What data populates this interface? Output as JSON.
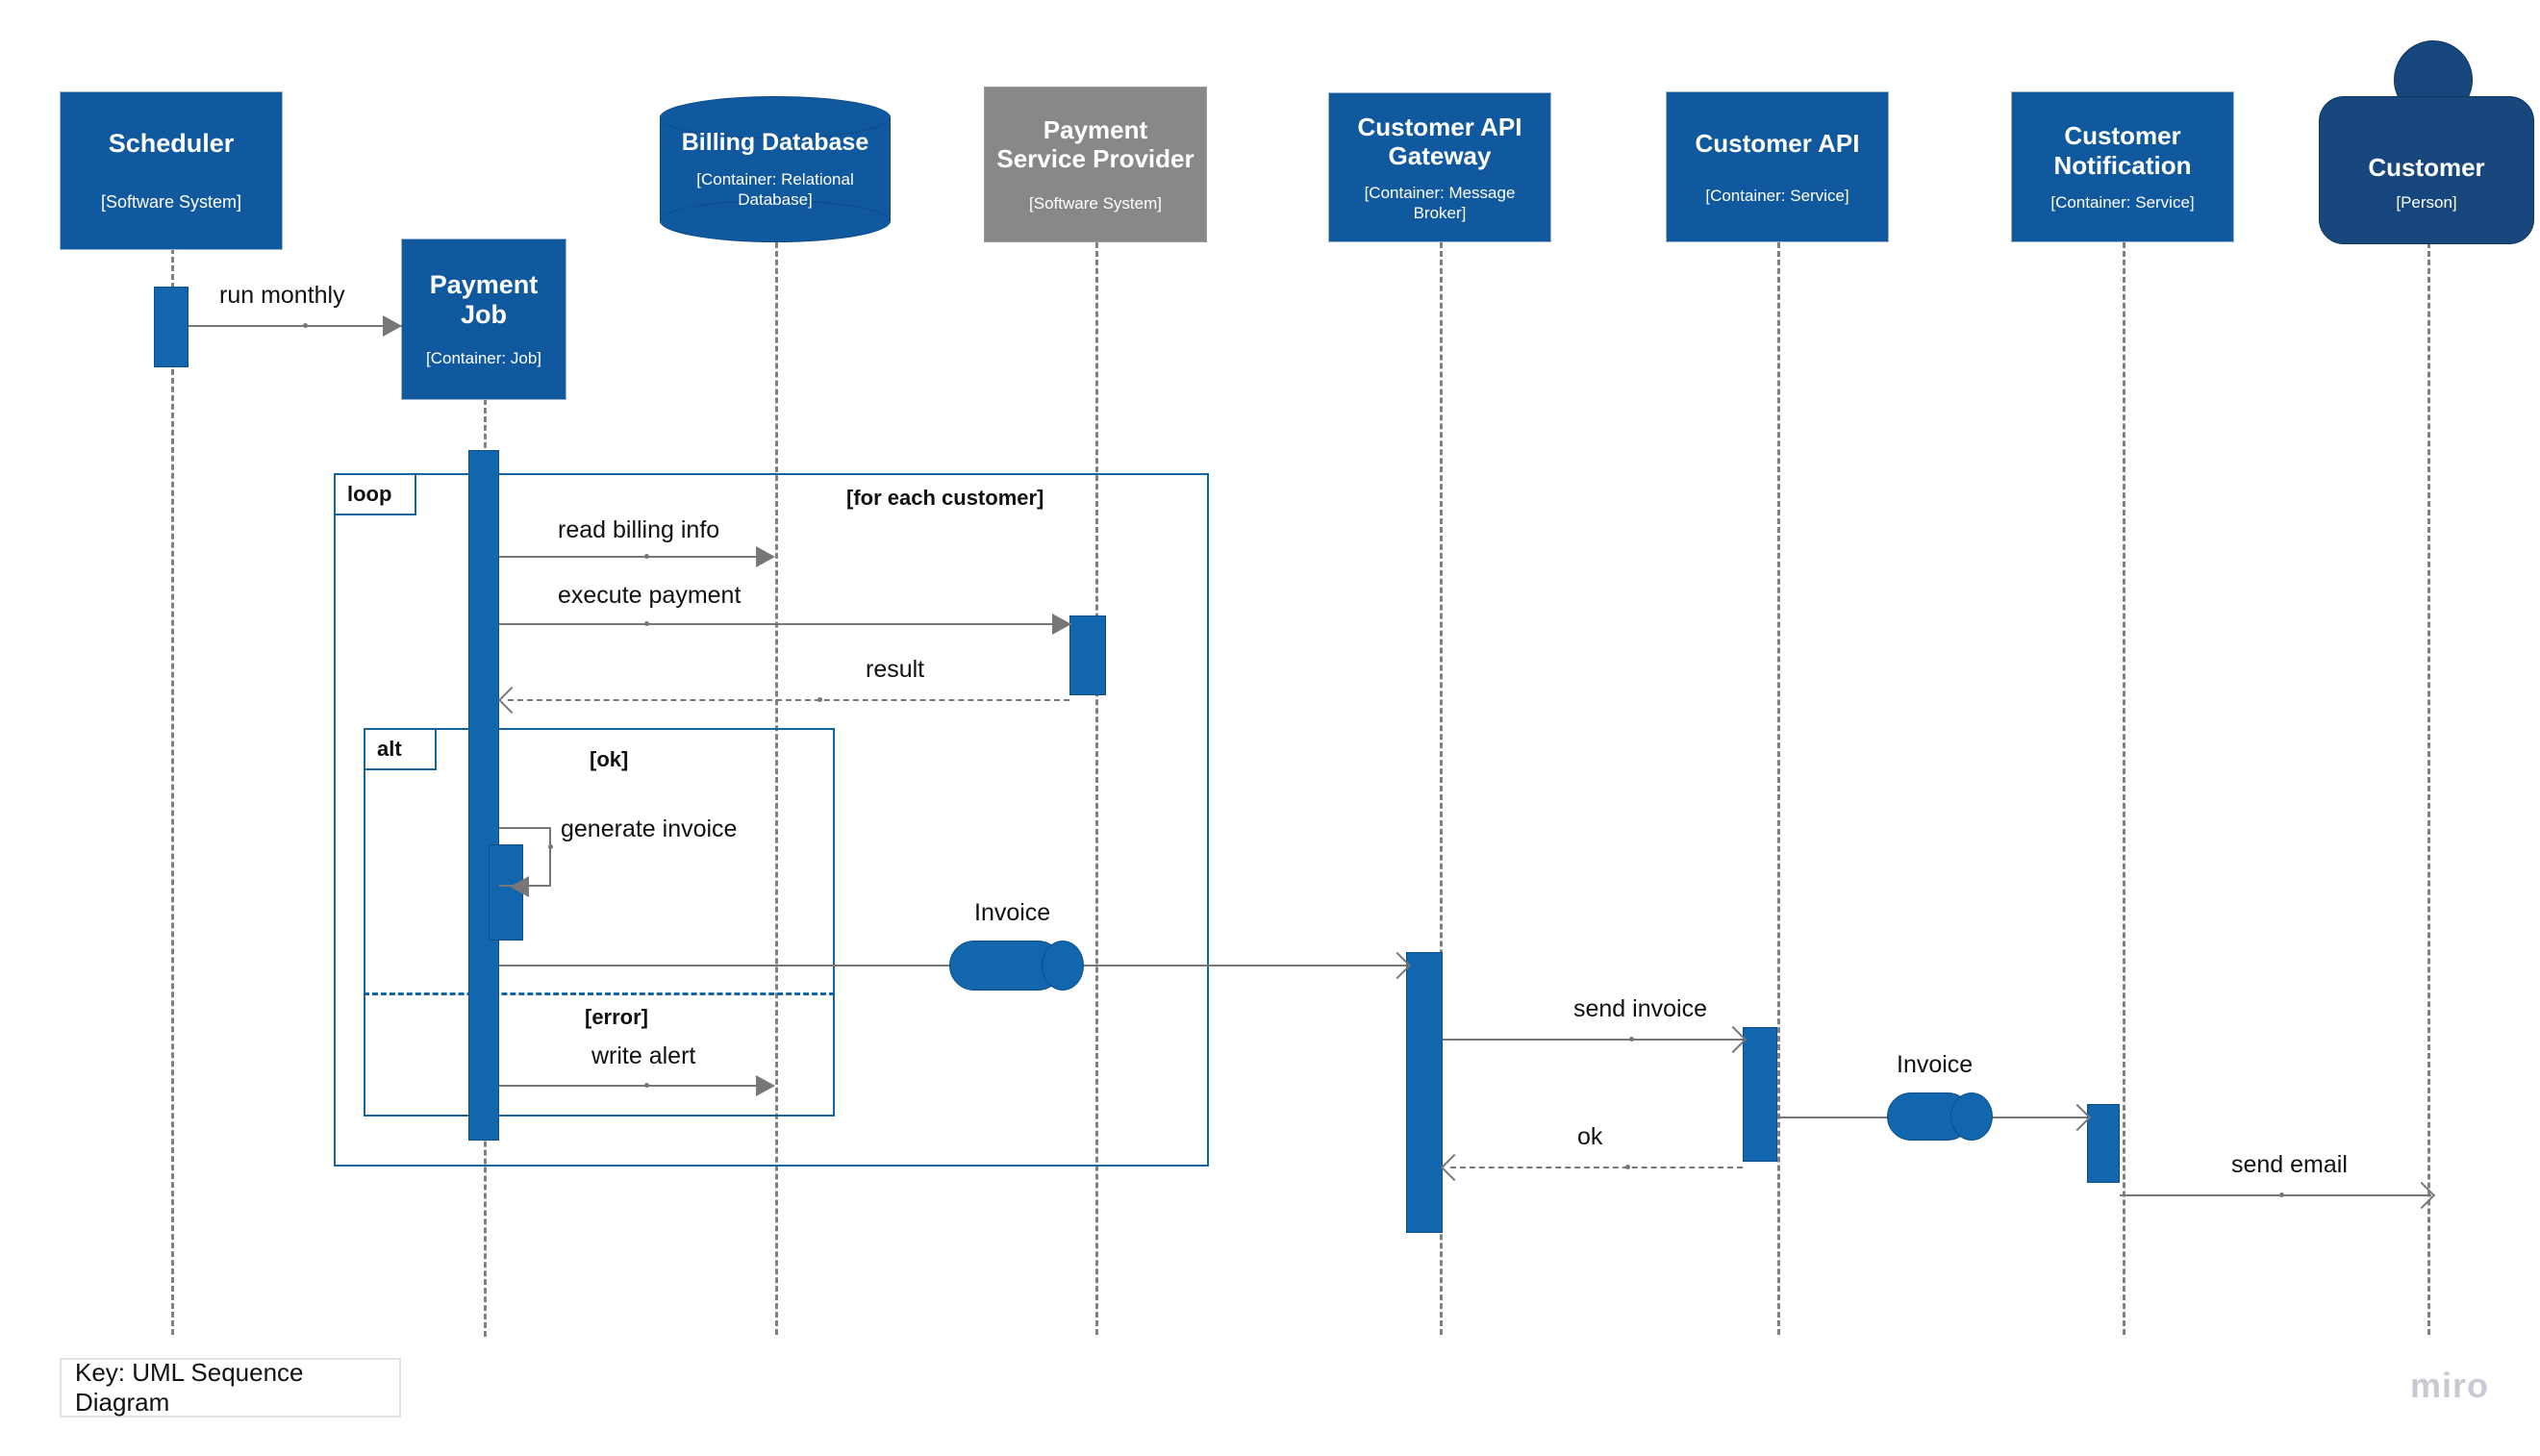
{
  "diagram": {
    "key_label": "Key: UML Sequence Diagram",
    "watermark": "miro",
    "colors": {
      "node_blue": "#10599e",
      "activation_blue": "#1266ad",
      "person_blue": "#17477c",
      "external_gray": "#888888",
      "frame_blue": "#12659f",
      "message_gray": "#777777"
    }
  },
  "participants": [
    {
      "name": "Scheduler",
      "stereotype": "[Software System]",
      "shape": "box"
    },
    {
      "name": "Payment\nJob",
      "title": "Payment",
      "title2": "Job",
      "stereotype": "[Container: Job]",
      "shape": "box"
    },
    {
      "name": "Billing Database",
      "stereotype": "[Container: Relational Database]",
      "stereotype_l1": "[Container: Relational",
      "stereotype_l2": "Database]",
      "shape": "database"
    },
    {
      "name": "Payment Service Provider",
      "title": "Payment",
      "title2": "Service Provider",
      "stereotype": "[Software System]",
      "shape": "box-external"
    },
    {
      "name": "Customer API Gateway",
      "title": "Customer API",
      "title2": "Gateway",
      "stereotype": "[Container: Message Broker]",
      "stereotype_l1": "[Container: Message",
      "stereotype_l2": "Broker]",
      "shape": "box"
    },
    {
      "name": "Customer API",
      "stereotype": "[Container: Service]",
      "shape": "box"
    },
    {
      "name": "Customer Notification",
      "title": "Customer",
      "title2": "Notification",
      "stereotype": "[Container: Service]",
      "shape": "box"
    },
    {
      "name": "Customer",
      "stereotype": "[Person]",
      "shape": "person"
    }
  ],
  "fragments": [
    {
      "type": "loop",
      "label": "loop",
      "guard": "[for each customer]"
    },
    {
      "type": "alt",
      "label": "alt",
      "guard_1": "[ok]",
      "guard_2": "[error]"
    }
  ],
  "messages": [
    {
      "id": "m1",
      "label": "run monthly",
      "from": "Scheduler",
      "to": "Payment Job",
      "style": "solid-filled"
    },
    {
      "id": "m2",
      "label": "read billing info",
      "from": "Payment Job",
      "to": "Billing Database",
      "style": "solid-filled"
    },
    {
      "id": "m3",
      "label": "execute payment",
      "from": "Payment Job",
      "to": "Payment Service Provider",
      "style": "solid-filled"
    },
    {
      "id": "m4",
      "label": "result",
      "from": "Payment Service Provider",
      "to": "Payment Job",
      "style": "dashed-open"
    },
    {
      "id": "m5",
      "label": "generate invoice",
      "from": "Payment Job",
      "to": "Payment Job",
      "style": "self-call"
    },
    {
      "id": "m6",
      "label": "Invoice",
      "from": "Payment Job",
      "to": "Customer API Gateway",
      "style": "artifact"
    },
    {
      "id": "m7",
      "label": "write alert",
      "from": "Payment Job",
      "to": "Billing Database",
      "style": "solid-filled"
    },
    {
      "id": "m8",
      "label": "send invoice",
      "from": "Customer API Gateway",
      "to": "Customer API",
      "style": "solid-open"
    },
    {
      "id": "m9",
      "label": "Invoice",
      "from": "Customer API",
      "to": "Customer Notification",
      "style": "artifact"
    },
    {
      "id": "m10",
      "label": "ok",
      "from": "Customer API",
      "to": "Customer API Gateway",
      "style": "dashed-open"
    },
    {
      "id": "m11",
      "label": "send email",
      "from": "Customer Notification",
      "to": "Customer",
      "style": "solid-open"
    }
  ]
}
